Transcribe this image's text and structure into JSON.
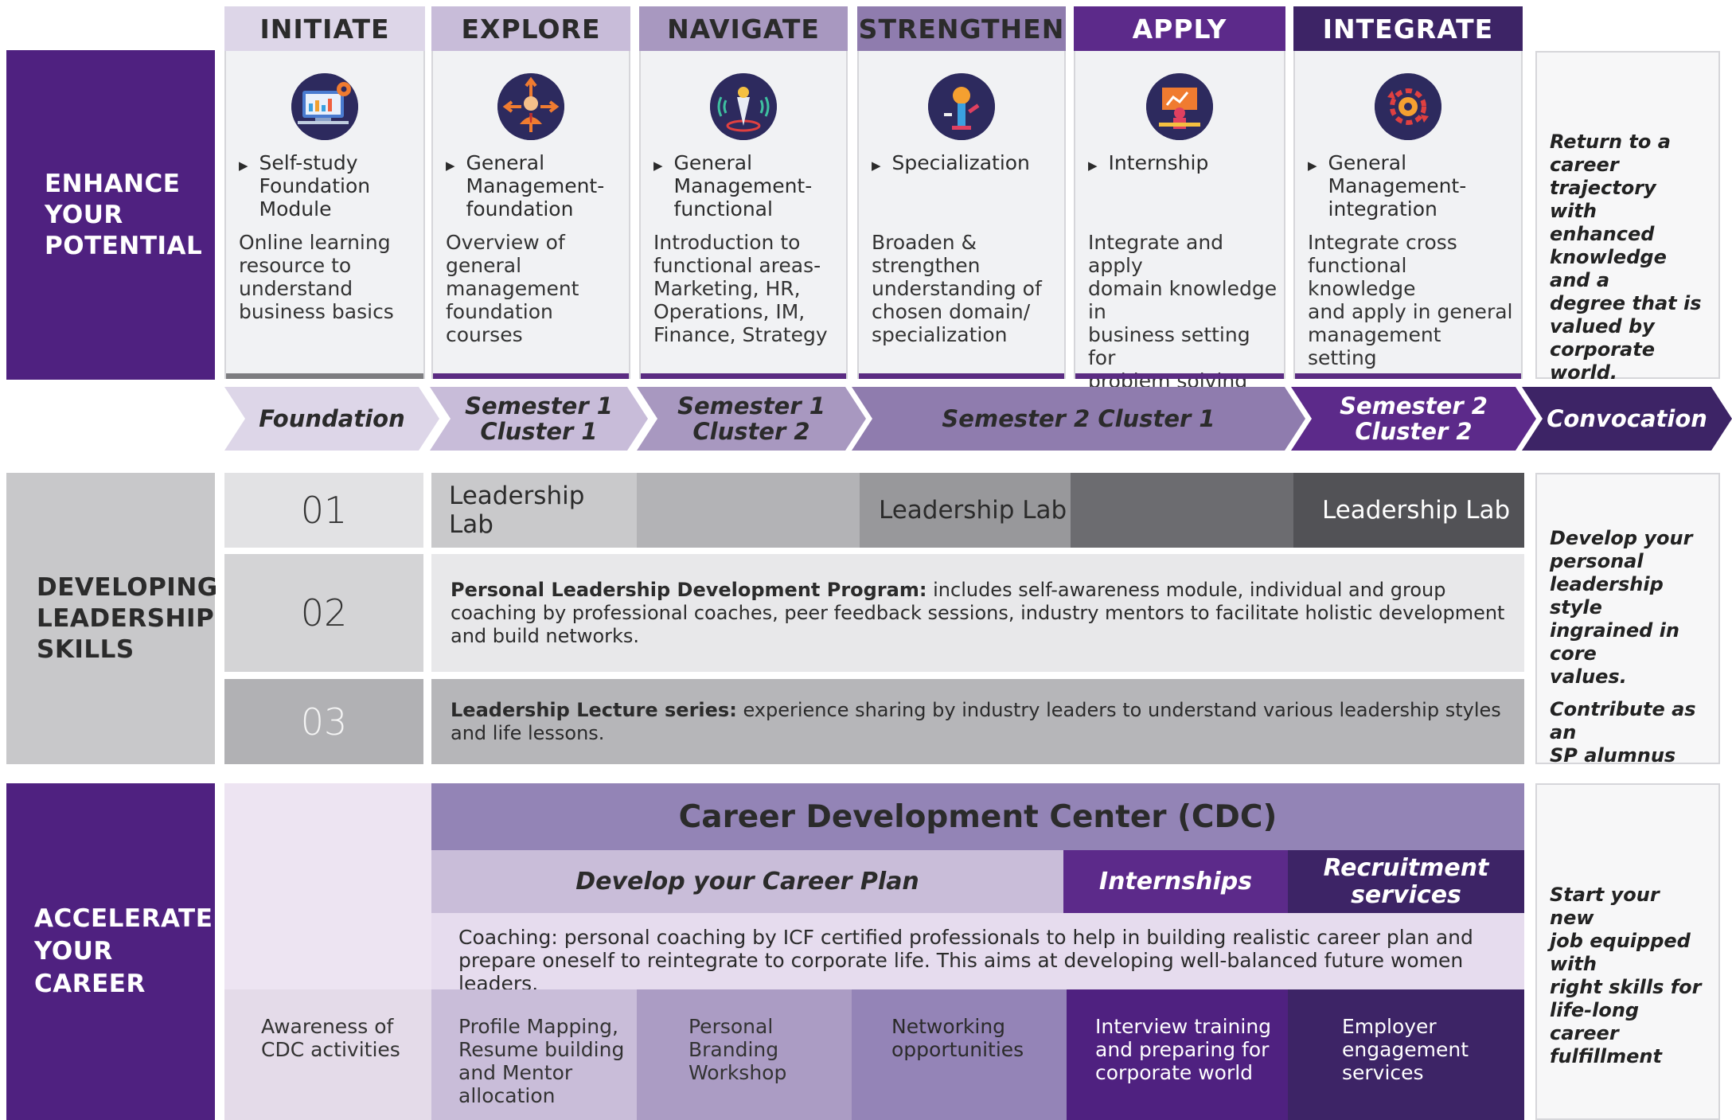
{
  "row_headers": {
    "enhance": [
      "ENHANCE",
      "YOUR",
      "POTENTIAL"
    ],
    "developing": [
      "DEVELOPING",
      "LEADERSHIP",
      "SKILLS"
    ],
    "accelerate": [
      "ACCELERATE",
      "YOUR",
      "CAREER"
    ]
  },
  "stages": [
    {
      "title": "INITIATE",
      "icon": "dashboard-monitor-icon",
      "bullet": [
        "Self-study",
        "Foundation",
        "Module"
      ],
      "desc": [
        "Online learning",
        "resource to",
        "understand",
        "business basics"
      ],
      "head_color": "#ddd6e8",
      "head_text": "#2b2b2b",
      "bottom_color": "#7d7d80"
    },
    {
      "title": "EXPLORE",
      "icon": "businessman-arrows-icon",
      "bullet": [
        "General",
        "Management-",
        "foundation"
      ],
      "desc": [
        "Overview of general",
        "management",
        "foundation courses"
      ],
      "head_color": "#c8bcd9",
      "head_text": "#2b2b2b",
      "bottom_color": "#5b2c82"
    },
    {
      "title": "NAVIGATE",
      "icon": "navigator-person-icon",
      "bullet": [
        "General",
        "Management-",
        "functional"
      ],
      "desc": [
        "Introduction to",
        "functional areas-",
        "Marketing, HR,",
        "Operations, IM,",
        "Finance, Strategy"
      ],
      "head_color": "#a898c0",
      "head_text": "#2b2b2b",
      "bottom_color": "#5b2c82"
    },
    {
      "title": "STRENGTHEN",
      "icon": "lightbulb-tools-icon",
      "bullet": [
        "Specialization"
      ],
      "desc": [
        "Broaden &",
        "strengthen",
        "understanding of",
        "chosen domain/",
        "specialization"
      ],
      "head_color": "#8f7cae",
      "head_text": "#2b2b2b",
      "bottom_color": "#5b2c82"
    },
    {
      "title": "APPLY",
      "icon": "presentation-desk-icon",
      "bullet": [
        "Internship"
      ],
      "desc": [
        "Integrate and apply",
        "domain knowledge in",
        "business setting for",
        "problem solving"
      ],
      "head_color": "#5c2a8a",
      "head_text": "#ffffff",
      "bottom_color": "#5b2c82"
    },
    {
      "title": "INTEGRATE",
      "icon": "gear-arrows-icon",
      "bullet": [
        "General",
        "Management-",
        "integration"
      ],
      "desc": [
        "Integrate cross",
        "functional knowledge",
        "and apply in general",
        "management setting"
      ],
      "head_color": "#3d2466",
      "head_text": "#ffffff",
      "bottom_color": "#5b2c82"
    }
  ],
  "side_notes": {
    "enhance": [
      "Return to a career",
      "trajectory with",
      "enhanced",
      "knowledge and a",
      "degree that is",
      "valued by",
      "corporate world."
    ],
    "developing_1": [
      "Develop your",
      "personal",
      "leadership style",
      "ingrained in core",
      "values."
    ],
    "developing_2": [
      "Contribute as an",
      "SP alumnus"
    ],
    "accelerate": [
      "Start your new",
      "job equipped with",
      "right skills for",
      "life-long career",
      "fulfillment"
    ]
  },
  "timeline": [
    {
      "label": [
        "Foundation"
      ],
      "color": "#ddd6e8",
      "text": "#2b2b2b"
    },
    {
      "label": [
        "Semester 1",
        "Cluster 1"
      ],
      "color": "#c8bcd9",
      "text": "#2b2b2b"
    },
    {
      "label": [
        "Semester 1",
        "Cluster 2"
      ],
      "color": "#a898c0",
      "text": "#2b2b2b"
    },
    {
      "label": [
        "Semester 2 Cluster 1"
      ],
      "color": "#8f7cae",
      "text": "#2b2b2b"
    },
    {
      "label": [
        "Semester 2",
        "Cluster 2"
      ],
      "color": "#5c2a8a",
      "text": "#ffffff"
    },
    {
      "label": [
        "Convocation"
      ],
      "color": "#3d2466",
      "text": "#ffffff"
    }
  ],
  "leadership": {
    "numbers": [
      "01",
      "02",
      "03"
    ],
    "lab_label": "Leadership Lab",
    "program_title": "Personal Leadership Development Program:",
    "program_text": " includes self-awareness module, individual and group coaching by professional coaches, peer feedback sessions, industry mentors to facilitate holistic development and build networks.",
    "lecture_title": "Leadership Lecture series:",
    "lecture_text": " experience sharing by industry leaders to understand various leadership styles and life lessons."
  },
  "career": {
    "cdc_title": "Career Development Center (CDC)",
    "career_plan": "Develop your Career Plan",
    "internships": "Internships",
    "recruitment": [
      "Recruitment",
      "services"
    ],
    "coaching_title": "Coaching:",
    "coaching_text": " personal coaching by ICF certified professionals to help in building realistic career plan and prepare oneself to reintegrate to corporate life. This aims at developing well-balanced future women leaders.",
    "cells": [
      [
        "Awareness of",
        "CDC activities"
      ],
      [
        "Profile Mapping,",
        "Resume building",
        "and Mentor",
        "allocation"
      ],
      [
        "Personal",
        "Branding",
        "Workshop"
      ],
      [
        "Networking",
        "opportunities"
      ],
      [
        "Interview training",
        "and preparing for",
        "corporate world"
      ],
      [
        "Employer",
        "engagement",
        "services"
      ]
    ]
  },
  "colors": {
    "deep_purple": "#4f2180",
    "gray_header": "#c8c8ca"
  }
}
